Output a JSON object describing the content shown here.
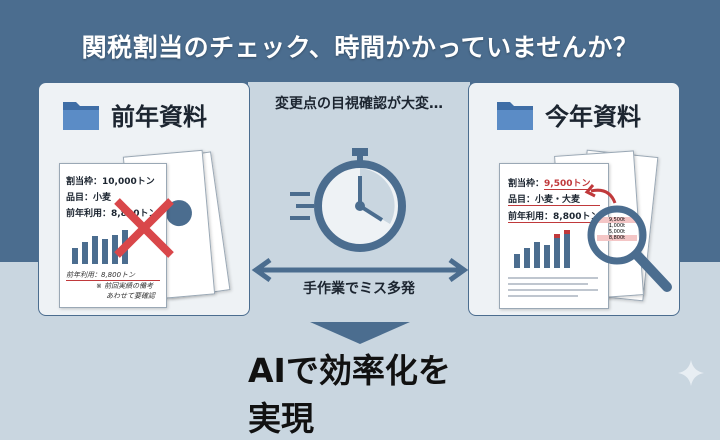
{
  "header": {
    "title": "関税割当のチェック、時間かかっていませんか？"
  },
  "left_card": {
    "title": "前年資料",
    "icon": "folder-icon",
    "doc_lines": [
      "割当枠：10,000トン",
      "品目：小麦",
      "前年利用：8,800トン"
    ],
    "handwritten": [
      "前年利用：8,800トン",
      "※ 前回実績の備考",
      "あわせて要確認"
    ],
    "mark": "x-mark-icon"
  },
  "right_card": {
    "title": "今年資料",
    "icon": "folder-icon",
    "doc_lines": [
      {
        "label": "割当枠：",
        "value": "9,500トン"
      },
      {
        "label": "品目：",
        "value": "小麦・大麦"
      },
      {
        "label": "前年利用：",
        "value": "8,800トン"
      }
    ],
    "magnifier_values": [
      "9,500t",
      "1,000t",
      "5,000t",
      "8,800t"
    ],
    "icon2": "magnifier-icon"
  },
  "center": {
    "caption_top": "変更点の目視確認が大変…",
    "caption_bottom": "手作業でミス多発",
    "icon": "stopwatch-icon"
  },
  "footer": {
    "headline": "AIで効率化を実現"
  },
  "colors": {
    "dark": "#4b6d8f",
    "light": "#c9d6e0",
    "accent_red": "#c0393b",
    "folder": "#4f7fb8"
  }
}
